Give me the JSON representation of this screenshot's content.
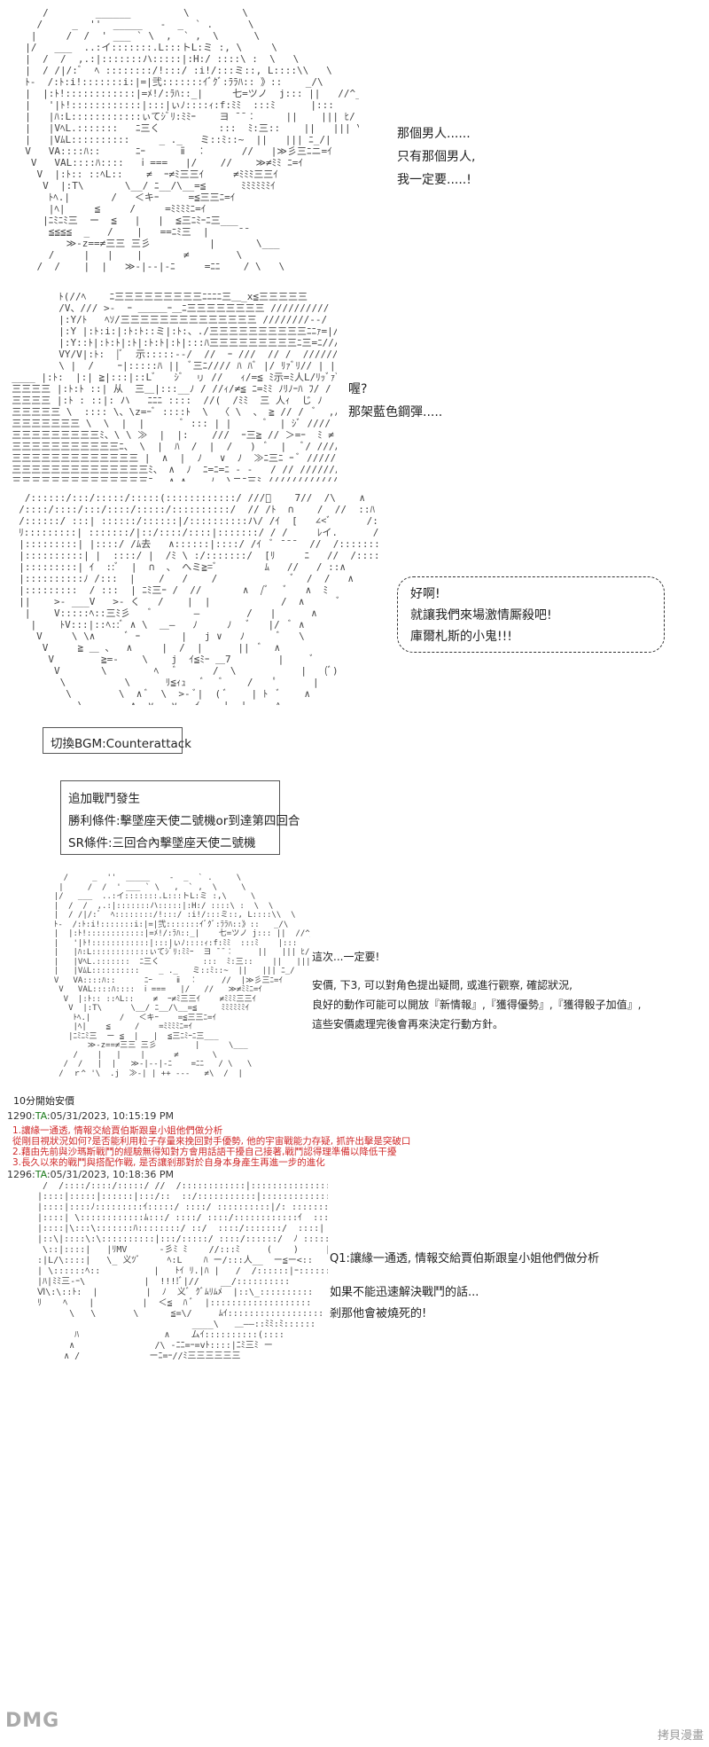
{
  "panel1": {
    "lines": [
      "那個男人......",
      "只有那個男人,",
      "我一定要.....!"
    ]
  },
  "panel2": {
    "lines": [
      "喔?",
      "那架藍色鋼彈....."
    ]
  },
  "panel3": {
    "lines": [
      "好啊!",
      "就讓我們來場激情厮殺吧!",
      "庫爾札斯的小鬼!!!"
    ]
  },
  "bgm_box": {
    "text": "切換BGM:Counterattack"
  },
  "battle_box": {
    "lines": [
      "追加戰鬥發生",
      "勝利條件:擊墜座天使二號機or到達第四回合",
      "SR條件:三回合內擊墜座天使二號機"
    ]
  },
  "panel4": {
    "lines": [
      "這次...一定要!",
      "安價, 下3, 可以對角色提出疑問, 或進行觀察, 確認狀況,",
      "良好的動作可能可以開放『新情報』,『獲得優勢』,『獲得骰子加值』,",
      "這些安價處理完後會再來決定行動方針。"
    ],
    "start_note": "10分開始安價"
  },
  "post1": {
    "number": "1290:",
    "author": "TA",
    "datetime": ":05/31/2023, 10:15:19 PM",
    "red_lines": [
      "1.讓緣一通透, 情報交給賈伯斯跟皇小姐他們做分析",
      "從剛目視狀況如何?是否能利用粒子存量來挽回對手優勢, 他的宇宙戰能力存疑, 抓許出擊是突破口",
      "2.藉由先前與沙瑪斯戰鬥的經驗無得知對方會用話語干擾自己接著,戰鬥認得理準備以降低干擾",
      "3.長久以來的戰鬥與搭配作戰, 是否讓剎那對於自身本身產生再進一步的進化"
    ]
  },
  "post2": {
    "number": "1296:",
    "author": "TA",
    "datetime": ":05/31/2023, 10:18:36 PM",
    "lines": [
      "Q1:讓緣一通透, 情報交給賈伯斯跟皇小姐他們做分析",
      "如果不能迅速解決戰鬥的話...",
      "剎那他會被燒死的!"
    ]
  },
  "footer": {
    "logo": "DMG",
    "watermark": "拷貝漫畫"
  }
}
